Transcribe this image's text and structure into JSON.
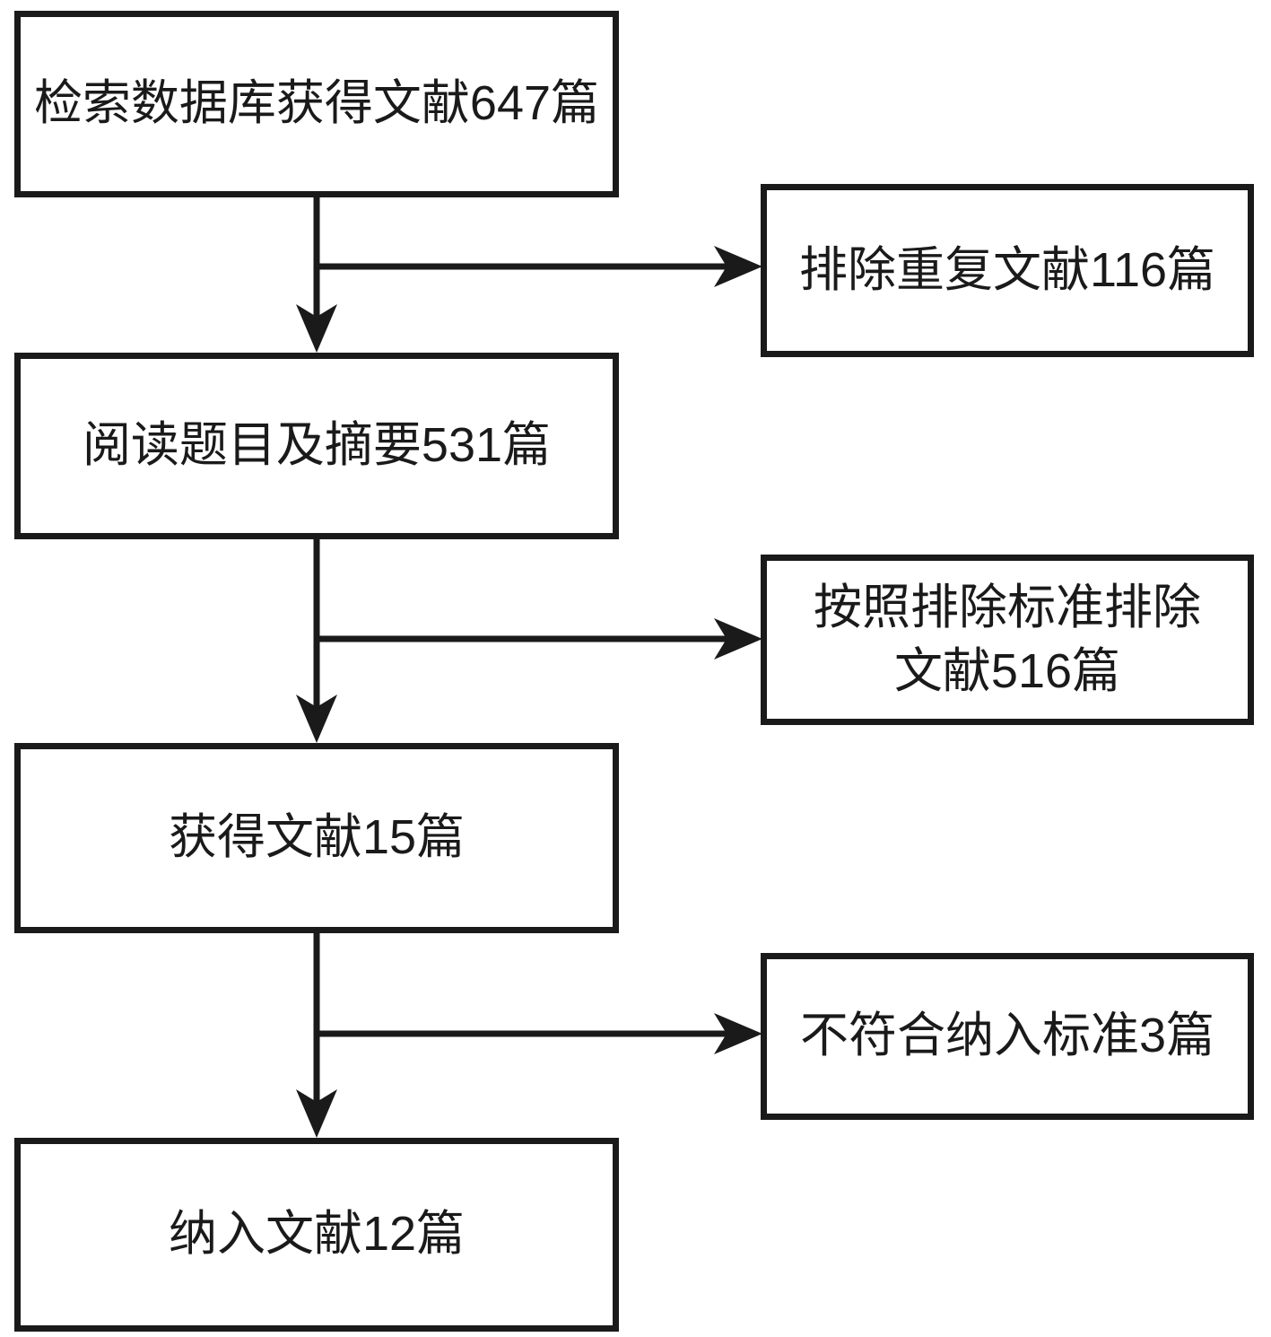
{
  "colors": {
    "stroke": "#1a1a1a",
    "text": "#1a1a1a",
    "background": "#ffffff"
  },
  "flowchart": {
    "type": "literature-screening-flow",
    "steps": [
      {
        "label": "检索数据库获得文献647篇",
        "count": 647
      },
      {
        "label": "阅读题目及摘要531篇",
        "count": 531
      },
      {
        "label": "获得文献15篇",
        "count": 15
      },
      {
        "label": "纳入文献12篇",
        "count": 12
      }
    ],
    "exclusions": [
      {
        "label": "排除重复文献116篇",
        "count": 116,
        "from_step": 1
      },
      {
        "label": "按照排除标准排除文献516篇",
        "label_lines": [
          "按照排除标准排除",
          "文献516篇"
        ],
        "count": 516,
        "from_step": 2
      },
      {
        "label": "不符合纳入标准3篇",
        "count": 3,
        "from_step": 3
      }
    ]
  }
}
